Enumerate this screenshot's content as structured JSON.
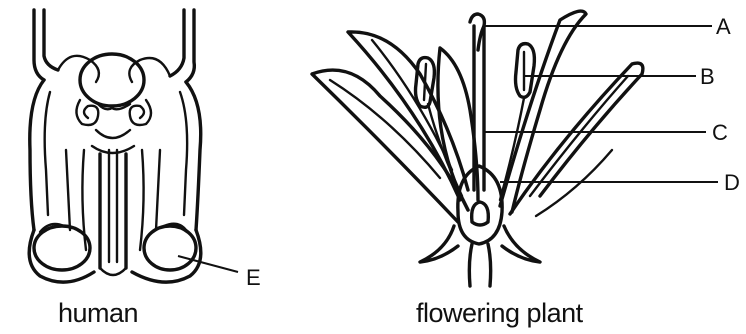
{
  "captions": {
    "left": "human",
    "right": "flowering plant"
  },
  "labels": {
    "A": "A",
    "B": "B",
    "C": "C",
    "D": "D",
    "E": "E"
  }
}
